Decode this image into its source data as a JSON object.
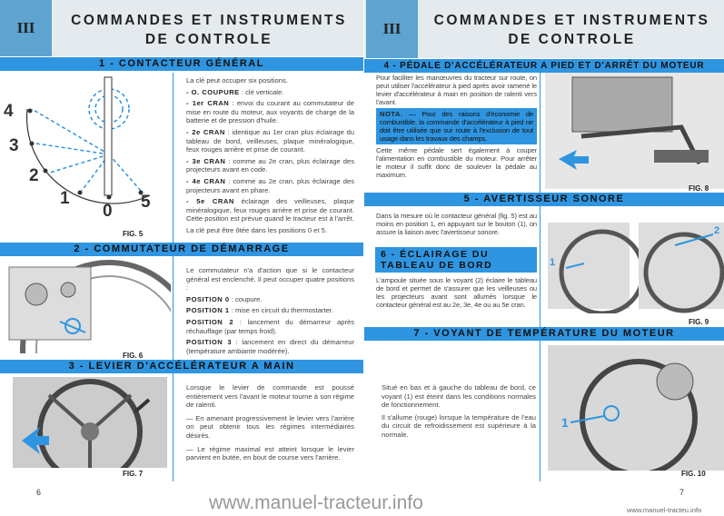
{
  "chapter": "III",
  "title_line1": "COMMANDES ET INSTRUMENTS",
  "title_line2": "DE CONTROLE",
  "left": {
    "s1": {
      "heading": "1 - CONTACTEUR GÉNÉRAL",
      "intro": "La clé peut occuper six positions.",
      "items": [
        {
          "k": "- O. COUPURE",
          "t": " : clé verticale."
        },
        {
          "k": "- 1er CRAN",
          "t": " : envoi du courant au commutateur de mise en route du moteur, aux voyants de charge de la batterie et de pression d'huile."
        },
        {
          "k": "- 2e CRAN",
          "t": " : identique au 1er cran plus éclairage du tableau de bord, veilleuses, plaque minéralogique, feux rouges arrière et prise de courant."
        },
        {
          "k": "- 3e CRAN",
          "t": " : comme au 2e cran, plus éclairage des projecteurs avant en code."
        },
        {
          "k": "- 4e CRAN",
          "t": " : comme au 2e cran, plus éclairage des projecteurs avant en phare."
        },
        {
          "k": "- 5e CRAN",
          "t": " éclairage des veilleuses, plaque minéralogique, feux rouges arrière et prise de courant. Cette position est prévue quand le tracteur est à l'arrêt."
        }
      ],
      "outro": "La clé peut être ôtée dans les positions 0 et 5.",
      "fig": "FIG. 5",
      "labels": [
        "4",
        "3",
        "2",
        "1",
        "0",
        "5"
      ]
    },
    "s2": {
      "heading": "2 - COMMUTATEUR DE DÉMARRAGE",
      "intro": "Le commutateur n'a d'action que si le contacteur général est enclenché. Il peut occuper quatre positions :",
      "items": [
        {
          "k": "POSITION 0",
          "t": " : coupure."
        },
        {
          "k": "POSITION 1",
          "t": " : mise en circuit du thermostarter."
        },
        {
          "k": "POSITION 2",
          "t": " : lancement du démarreur après réchauffage (par temps froid)."
        },
        {
          "k": "POSITION 3",
          "t": " : lancement en direct du démarreur (température ambiante modérée)."
        }
      ],
      "fig": "FIG. 6"
    },
    "s3": {
      "heading": "3 - LEVIER D'ACCÉLÉRATEUR A MAIN",
      "paras": [
        "Lorsque le levier de commande est poussé entièrement vers l'avant le moteur tourne à son régime de ralenti.",
        "— En amenant progressivement le levier vers l'arrière on peut obtenir tous les régimes intermédiaires désirés.",
        "— Le régime maximal est atteint lorsque le levier parvient en butée, en bout de course vers l'arrière."
      ],
      "fig": "FIG. 7"
    },
    "page": "6"
  },
  "right": {
    "s4": {
      "heading": "4 - PÉDALE D'ACCÉLÉRATEUR A PIED ET D'ARRÊT DU MOTEUR",
      "p1": "Pour faciliter les manœuvres du tracteur sur route, on peut utiliser l'accélérateur à pied après avoir ramené le levier d'accélérateur à main en position de ralenti vers l'avant.",
      "nota_k": "NOTA.",
      "nota": " — Pour des raisons d'économie de combustible, la commande d'accélérateur à pied ne doit être utilisée que sur route à l'exclusion de tout usage dans les travaux des champs.",
      "p2": "Cette même pédale sert également à couper l'alimentation en combustible du moteur. Pour arrêter le moteur il suffit donc de soulever la pédale au maximum.",
      "fig": "FIG. 8"
    },
    "s5": {
      "heading": "5 - AVERTISSEUR SONORE",
      "p": "Dans la mesure où le contacteur général (fig. 5) est au moins en position 1, en appuyant sur le bouton (1), on assure la liaison avec l'avertisseur sonore."
    },
    "s6": {
      "heading": "6 - ÉCLAIRAGE DU TABLEAU DE BORD",
      "p": "L'ampoule située sous le voyant (2) éclaire le tableau de bord et permet de s'assurer que les veilleuses ou les projecteurs avant sont allumés lorsque le contacteur général est au 2e, 3e, 4e ou au 5e cran.",
      "fig": "FIG. 9",
      "callouts": [
        "1",
        "2"
      ]
    },
    "s7": {
      "heading": "7 - VOYANT DE TEMPÉRATURE DU MOTEUR",
      "p1": "Situé en bas et à gauche du tableau de bord, ce voyant (1) est éteint dans les conditions normales de fonctionnement.",
      "p2": "Il s'allume (rouge) lorsque la température de l'eau du circuit de refroidissement est supérieure à la normale.",
      "fig": "FIG. 10",
      "callout": "1"
    },
    "page": "7"
  },
  "watermark": "www.manuel-tracteur.info",
  "watermark_small": "www.manuel-tracteu.info"
}
